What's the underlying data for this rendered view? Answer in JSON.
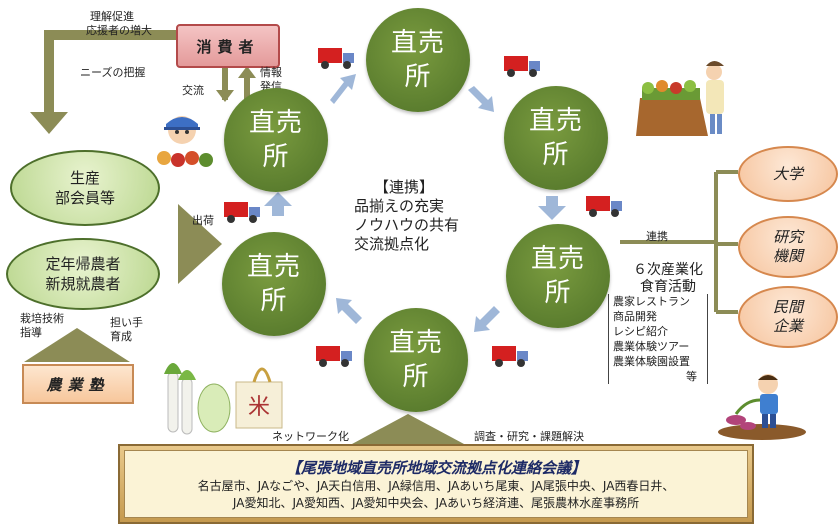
{
  "stations": [
    {
      "line1": "直売",
      "line2": "所"
    },
    {
      "line1": "直売",
      "line2": "所"
    },
    {
      "line1": "直売",
      "line2": "所"
    },
    {
      "line1": "直売",
      "line2": "所"
    },
    {
      "line1": "直売",
      "line2": "所"
    },
    {
      "line1": "直売",
      "line2": "所"
    }
  ],
  "consumer": {
    "label": "消費者"
  },
  "labels": {
    "understanding_1": "理解促進",
    "understanding_2": "応援者の増大",
    "needs": "ニーズの把握",
    "exchange": "交流",
    "info_1": "情報",
    "info_2": "発信",
    "shipping": "出荷",
    "cultivation_1": "栽培技術",
    "cultivation_2": "指導",
    "successor_1": "担い手",
    "successor_2": "育成",
    "cooperation": "連携",
    "network": "ネットワーク化",
    "research": "調査・研究・課題解決"
  },
  "producers": {
    "line1": "生産",
    "line2": "部会員等"
  },
  "newcomers": {
    "line1": "定年帰農者",
    "line2": "新規就農者"
  },
  "juku": {
    "label": "農業塾"
  },
  "center": {
    "title": "【連携】",
    "line1": "品揃えの充実",
    "line2": "ノウハウの共有",
    "line3": "交流拠点化"
  },
  "partners": [
    {
      "line1": "大学",
      "line2": ""
    },
    {
      "line1": "研究",
      "line2": "機関"
    },
    {
      "line1": "民間",
      "line2": "企業"
    }
  ],
  "activities": {
    "head1": "６次産業化",
    "head2": "食育活動",
    "items": [
      "農家レストラン",
      "商品開発",
      "レシピ紹介",
      "農業体験ツアー",
      "農業体験園設置",
      "等"
    ]
  },
  "council": {
    "title": "【尾張地域直売所地域交流拠点化連絡会議】",
    "members_1": "名古屋市、JAなごや、JA天白信用、JA緑信用、JAあいち尾東、JA尾張中央、JA西春日井、",
    "members_2": "JA愛知北、JA愛知西、JA愛知中央会、JAあいち経済連、尾張農林水産事務所"
  },
  "colors": {
    "station_green": "#5b7f2f",
    "arrow_blue": "#9fb7d8",
    "arrow_olive": "#8c8c56",
    "truck_red": "#d42020",
    "council_title": "#1d2a66"
  },
  "icons": [
    "truck-icon",
    "arrow-icon",
    "farmer-illustration",
    "vegetable-stand-illustration",
    "child-harvest-illustration",
    "vegetables-rice-illustration"
  ]
}
